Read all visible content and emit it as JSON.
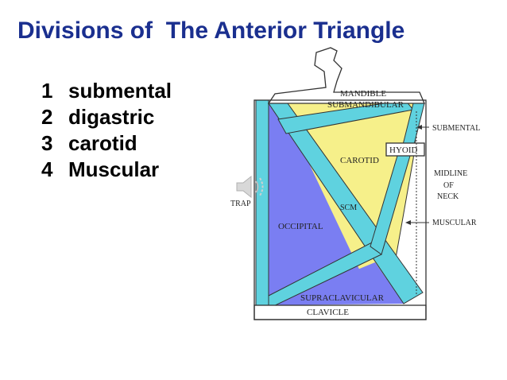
{
  "slide": {
    "title": "Divisions of  The Anterior Triangle",
    "items": [
      {
        "number": "1",
        "text": "submental"
      },
      {
        "number": "2",
        "text": "digastric"
      },
      {
        "number": "3",
        "text": "carotid"
      },
      {
        "number": "4",
        "text": "Muscular"
      }
    ]
  },
  "diagram": {
    "labels": {
      "mandible": "MANDIBLE",
      "submandibular": "SUBMANDIBULAR",
      "submental": "SUBMENTAL",
      "hyoid": "HYOID",
      "carotid": "CAROTID",
      "midline_line1": "MIDLINE",
      "midline_line2": "OF",
      "midline_line3": "NECK",
      "trap": "TRAP",
      "scm": "SCM",
      "occipital": "OCCIPITAL",
      "muscular": "MUSCULAR",
      "supraclavicular": "SUPRACLAVICULAR",
      "clavicle": "CLAVICLE"
    },
    "colors": {
      "muscle": "#5fd2df",
      "occipital_region": "#7a7ef2",
      "anterior_region": "#f6f08a",
      "bone": "#ffffff",
      "outline": "#333333",
      "title": "#1a2f8f"
    }
  },
  "icons": {
    "speaker": "speaker-icon"
  }
}
